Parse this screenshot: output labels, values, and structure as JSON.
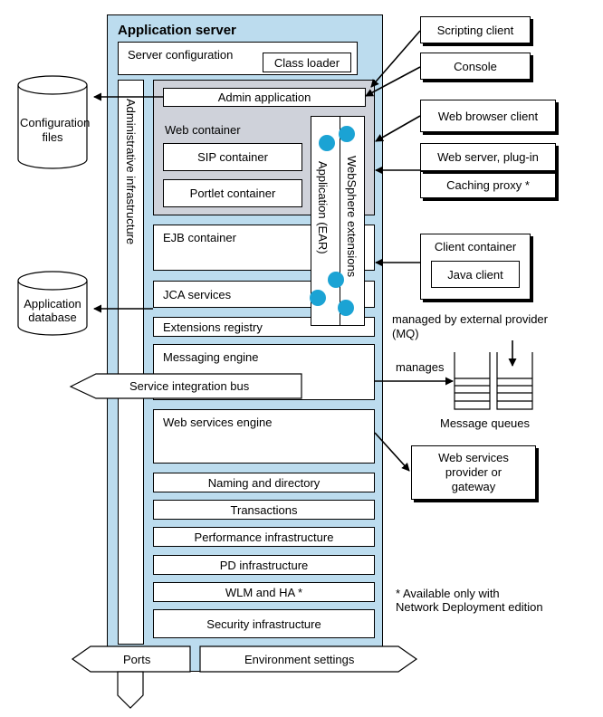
{
  "app_server": {
    "title": "Application server",
    "server_config": "Server configuration",
    "class_loader": "Class loader",
    "admin_application": "Admin application",
    "admin_infrastructure": "Administrative infrastructure",
    "web_container": "Web container",
    "sip_container": "SIP container",
    "portlet_container": "Portlet container",
    "application_ear": "Application (EAR)",
    "websphere_extensions": "WebSphere extensions",
    "ejb_container": "EJB container",
    "jca_services": "JCA services",
    "extensions_registry": "Extensions registry",
    "messaging_engine": "Messaging engine",
    "service_integration_bus": "Service integration bus",
    "web_services_engine": "Web services engine",
    "naming_directory": "Naming and directory",
    "transactions": "Transactions",
    "performance_infra": "Performance infrastructure",
    "pd_infra": "PD infrastructure",
    "wlm_ha": "WLM and HA *",
    "security_infra": "Security infrastructure",
    "ports": "Ports",
    "environment_settings": "Environment settings"
  },
  "left": {
    "config_files": [
      "Configuration",
      "files"
    ],
    "app_database": [
      "Application",
      "database"
    ]
  },
  "right": {
    "scripting_client": "Scripting client",
    "console": "Console",
    "web_browser_client": "Web browser client",
    "web_server_plugin": "Web server, plug-in",
    "caching_proxy": "Caching proxy *",
    "client_container": "Client container",
    "java_client": "Java client",
    "managed_by": [
      "managed by external provider",
      "(MQ)"
    ],
    "manages": "manages",
    "message_queues": "Message queues",
    "ws_provider": [
      "Web services",
      "provider or",
      "gateway"
    ],
    "footnote": [
      "*  Available only with",
      "Network Deployment edition"
    ]
  },
  "colors": {
    "server_fill": "#bcdcee",
    "web_container_fill": "#cfd2da",
    "bead": "#1ba3d4",
    "stroke": "#000000"
  }
}
